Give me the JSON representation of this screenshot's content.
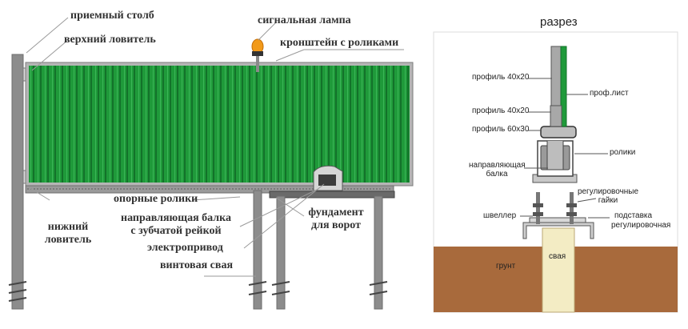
{
  "gate": {
    "labels": {
      "post": "приемный столб",
      "upper_catcher": "верхний ловитель",
      "signal_lamp": "сигнальная лампа",
      "bracket_rollers": "кронштейн с роликами",
      "support_rollers": "опорные ролики",
      "lower_catcher_1": "нижний",
      "lower_catcher_2": "ловитель",
      "guide_beam_1": "направляющая балка",
      "guide_beam_2": "с зубчатой рейкой",
      "drive": "электропривод",
      "screw_pile": "винтовая свая",
      "foundation_1": "фундамент",
      "foundation_2": "для ворот"
    }
  },
  "section": {
    "title": "разрез",
    "labels": {
      "profile_40x20_top": "профиль 40х20",
      "prof_sheet": "проф.лист",
      "profile_40x20_mid": "профиль 40х20",
      "profile_60x30": "профиль 60х30",
      "rollers": "ролики",
      "guide_1": "направляющая",
      "guide_2": "балка",
      "adj_nuts_1": "регулировочные",
      "adj_nuts_2": "гайки",
      "channel": "швеллер",
      "base_1": "подставка",
      "base_2": "регулировочная",
      "soil": "грунт",
      "pile": "свая"
    }
  },
  "colors": {
    "sheet_green": "#1f9a3a",
    "sheet_dark": "#13722a",
    "frame_grey": "#9a9a9a",
    "post_grey": "#8c8c8c",
    "soil_brown": "#a86a3c",
    "pile_cream": "#f3ecc4",
    "lamp_orange": "#f29a1a"
  }
}
